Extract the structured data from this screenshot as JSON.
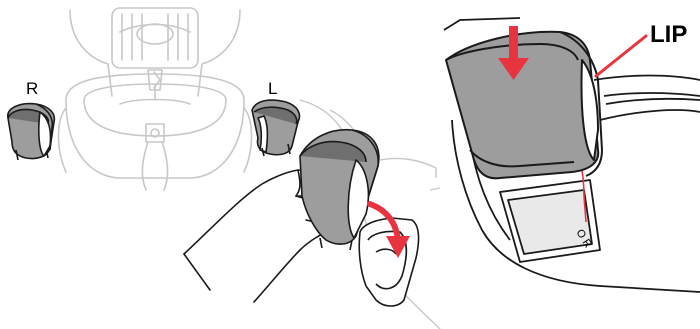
{
  "labels": {
    "right": "R",
    "left": "L",
    "lip": "LIP",
    "slot_letters": "O R"
  },
  "colors": {
    "outline": "#1a1a1a",
    "cup_fill": "#9d9d9d",
    "cup_dark": "#6f6f6f",
    "seat_ghost": "#c8c8c8",
    "arrow": "#e8343f",
    "panel_bg": "#ffffff"
  },
  "icons": {
    "cup_right": "cupholder-right-icon",
    "cup_left": "cupholder-left-icon",
    "down_arrow": "down-arrow-icon",
    "curved_arrow": "curved-arrow-icon"
  }
}
